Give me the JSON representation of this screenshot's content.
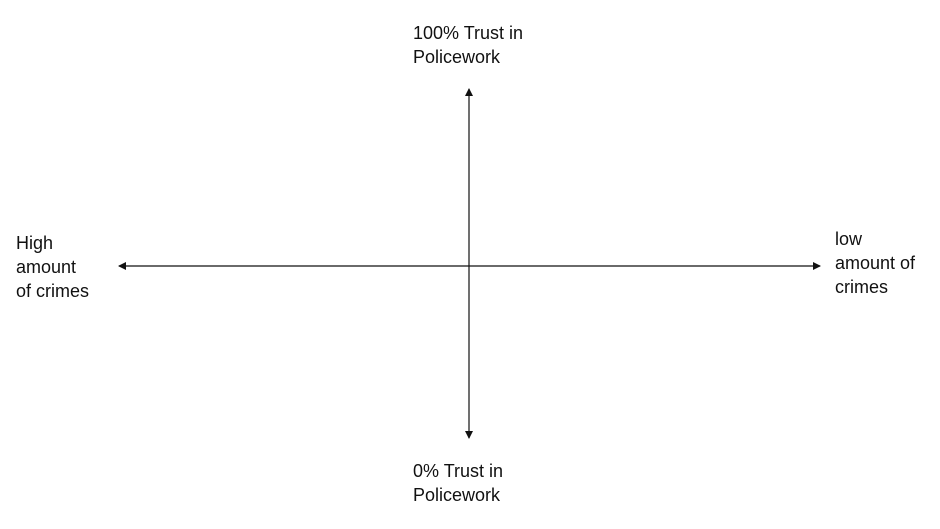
{
  "diagram": {
    "type": "quadrant-axes",
    "colors": {
      "axis": "#111111",
      "text": "#111111",
      "background": "#ffffff"
    },
    "labels": {
      "top": [
        "100% Trust in",
        "Policework"
      ],
      "bottom": [
        "0% Trust in",
        "Policework"
      ],
      "left": [
        "High",
        "amount",
        "of crimes"
      ],
      "right": [
        "low",
        "amount of",
        "crimes"
      ]
    }
  }
}
